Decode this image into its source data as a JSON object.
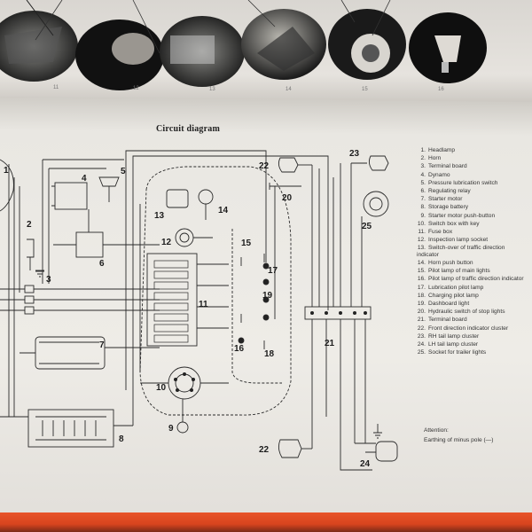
{
  "diagram": {
    "title": "Circuit diagram",
    "photo_captions": [
      "11",
      "12",
      "13",
      "14",
      "15",
      "16"
    ],
    "component_numbers": [
      "1",
      "2",
      "3",
      "4",
      "5",
      "6",
      "7",
      "8",
      "9",
      "10",
      "11",
      "12",
      "13",
      "14",
      "15",
      "16",
      "17",
      "18",
      "19",
      "20",
      "21",
      "22",
      "23",
      "24",
      "25"
    ],
    "legend": [
      {
        "n": "1.",
        "text": "Headlamp"
      },
      {
        "n": "2.",
        "text": "Horn"
      },
      {
        "n": "3.",
        "text": "Terminal board"
      },
      {
        "n": "4.",
        "text": "Dynamo"
      },
      {
        "n": "5.",
        "text": "Pressure lubrication switch"
      },
      {
        "n": "6.",
        "text": "Regulating relay"
      },
      {
        "n": "7.",
        "text": "Starter motor"
      },
      {
        "n": "8.",
        "text": "Storage battery"
      },
      {
        "n": "9.",
        "text": "Starter motor push-button"
      },
      {
        "n": "10.",
        "text": "Switch box with key"
      },
      {
        "n": "11.",
        "text": "Fuse box"
      },
      {
        "n": "12.",
        "text": "Inspection lamp socket"
      },
      {
        "n": "13.",
        "text": "Switch-over of traffic direction indicator"
      },
      {
        "n": "14.",
        "text": "Horn push button"
      },
      {
        "n": "15.",
        "text": "Pilot lamp of main lights"
      },
      {
        "n": "16.",
        "text": "Pilot lamp of traffic direction indicator"
      },
      {
        "n": "17.",
        "text": "Lubrication pilot lamp"
      },
      {
        "n": "18.",
        "text": "Charging pilot lamp"
      },
      {
        "n": "19.",
        "text": "Dashboard light"
      },
      {
        "n": "20.",
        "text": "Hydraulic switch of stop lights"
      },
      {
        "n": "21.",
        "text": "Terminal board"
      },
      {
        "n": "22.",
        "text": "Front direction indicator cluster"
      },
      {
        "n": "23.",
        "text": "RH tail lamp cluster"
      },
      {
        "n": "24.",
        "text": "LH tail lamp cluster"
      },
      {
        "n": "25.",
        "text": "Socket for trailer lights"
      }
    ],
    "attention": "Attention:",
    "earthing": "Earthing of minus pole (—)"
  }
}
